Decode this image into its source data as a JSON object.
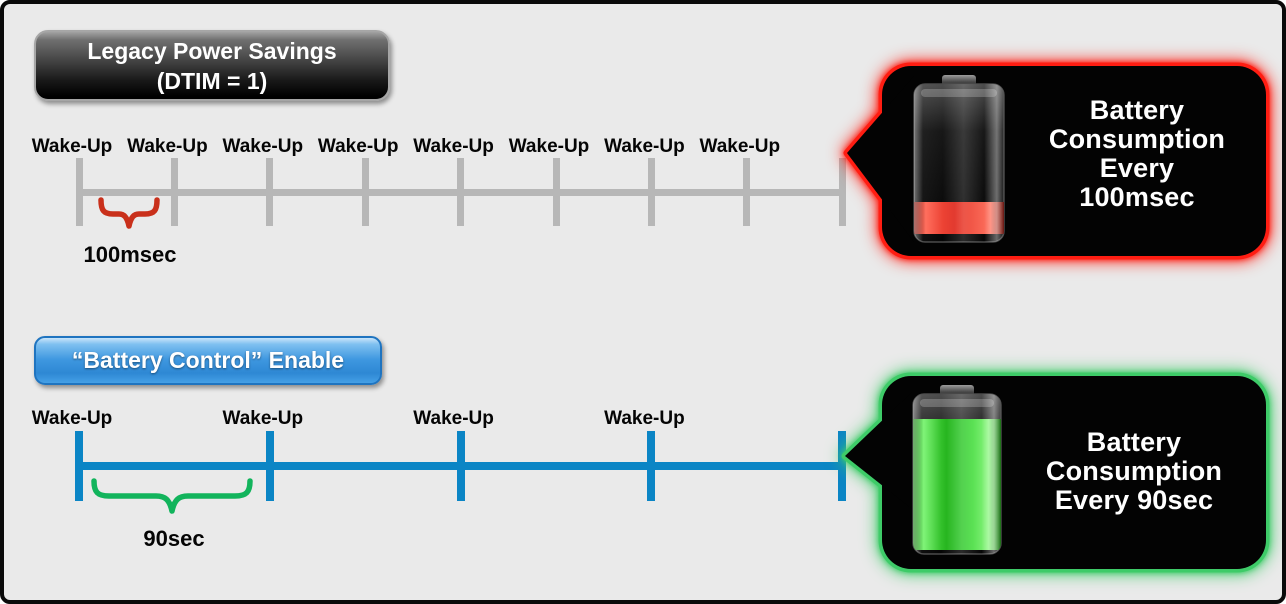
{
  "colors": {
    "timeline_gray": "#b7b7b7",
    "timeline_blue": "#0b85c5",
    "brace_red": "#c9301b",
    "brace_green": "#12b45c",
    "glow_red": "#ff1d12",
    "glow_green": "#3ecb68",
    "battery_red": "#e0281c",
    "battery_green": "#2fc42a",
    "badge_dark": "#2a2a2a",
    "badge_blue": "#3490dc"
  },
  "legacy": {
    "title_line1": "Legacy Power Savings",
    "title_line2": "(DTIM = 1)",
    "wake_up_labels": [
      "Wake-Up",
      "Wake-Up",
      "Wake-Up",
      "Wake-Up",
      "Wake-Up",
      "Wake-Up",
      "Wake-Up",
      "Wake-Up"
    ],
    "tick_count": 9,
    "interval_label": "100msec",
    "callout_lines": [
      "Battery",
      "Consumption",
      "Every",
      "100msec"
    ],
    "battery_icon": "battery-low-red",
    "battery_level": "low"
  },
  "battery_control": {
    "title": "“Battery Control” Enable",
    "wake_up_labels": [
      "Wake-Up",
      "Wake-Up",
      "Wake-Up",
      "Wake-Up"
    ],
    "tick_count": 5,
    "interval_label": "90sec",
    "callout_lines": [
      "Battery",
      "Consumption",
      "Every 90sec"
    ],
    "battery_icon": "battery-full-green",
    "battery_level": "full"
  }
}
